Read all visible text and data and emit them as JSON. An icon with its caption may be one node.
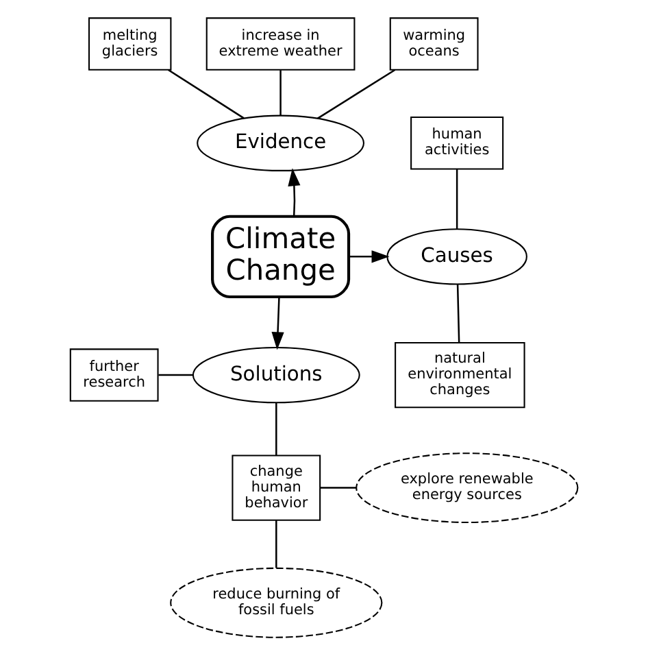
{
  "diagram": {
    "nodes": [
      {
        "text": [
          "Climate Change"
        ]
      },
      {
        "text": [
          "Evidence"
        ]
      },
      {
        "text": [
          "Causes"
        ]
      },
      {
        "text": [
          "Solutions"
        ]
      },
      {
        "text": [
          "melting glaciers"
        ]
      },
      {
        "text": [
          "increase in extreme weather"
        ]
      },
      {
        "text": [
          "warming oceans"
        ]
      },
      {
        "text": [
          "human activities"
        ]
      },
      {
        "text": [
          "natural environmental changes"
        ]
      },
      {
        "text": [
          "further research"
        ]
      },
      {
        "text": [
          "change human behavior"
        ]
      },
      {
        "text": [
          "explore renewable energy sources"
        ]
      },
      {
        "text": [
          "reduce burning of fossil fuels"
        ]
      }
    ],
    "edges": [
      {
        "from": 0,
        "to": 1,
        "arrow": "to"
      },
      {
        "from": 0,
        "to": 2,
        "arrow": "to"
      },
      {
        "from": 0,
        "to": 3,
        "arrow": "to"
      },
      {
        "from": 4,
        "to": 1,
        "arrow": "none"
      },
      {
        "from": 5,
        "to": 1,
        "arrow": "none"
      },
      {
        "from": 6,
        "to": 1,
        "arrow": "none"
      },
      {
        "from": 7,
        "to": 2,
        "arrow": "none"
      },
      {
        "from": 2,
        "to": 8,
        "arrow": "none"
      },
      {
        "from": 9,
        "to": 3,
        "arrow": "none"
      },
      {
        "from": 3,
        "to": 10,
        "arrow": "none"
      },
      {
        "from": 10,
        "to": 11,
        "arrow": "none"
      },
      {
        "from": 10,
        "to": 12,
        "arrow": "none"
      }
    ]
  }
}
